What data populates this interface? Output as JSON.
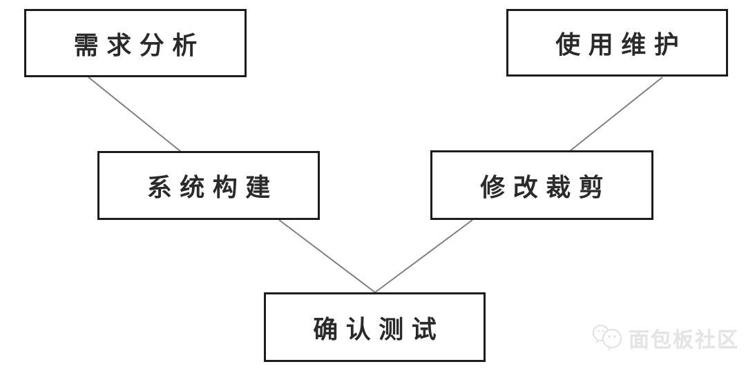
{
  "diagram": {
    "description": "V-shaped software process flow diagram",
    "nodes": [
      {
        "id": "requirements-analysis",
        "label": "需求分析",
        "position": "top-left"
      },
      {
        "id": "usage-maintenance",
        "label": "使用维护",
        "position": "top-right"
      },
      {
        "id": "system-construction",
        "label": "系统构建",
        "position": "middle-left"
      },
      {
        "id": "modification-tailoring",
        "label": "修改裁剪",
        "position": "middle-right"
      },
      {
        "id": "confirmation-testing",
        "label": "确认测试",
        "position": "bottom-center"
      }
    ],
    "edges": [
      {
        "from": "requirements-analysis",
        "to": "system-construction"
      },
      {
        "from": "system-construction",
        "to": "confirmation-testing"
      },
      {
        "from": "modification-tailoring",
        "to": "confirmation-testing"
      },
      {
        "from": "usage-maintenance",
        "to": "modification-tailoring"
      }
    ]
  },
  "watermark": {
    "text": "面包板社区",
    "icon": "chat-bubbles-icon"
  },
  "colors": {
    "background": "#ffffff",
    "box_border": "#1c1c1c",
    "box_fill": "#ffffff",
    "label_text": "#2a2a2a",
    "connector_line": "#7f7f7f",
    "watermark": "#e4e4e4"
  }
}
